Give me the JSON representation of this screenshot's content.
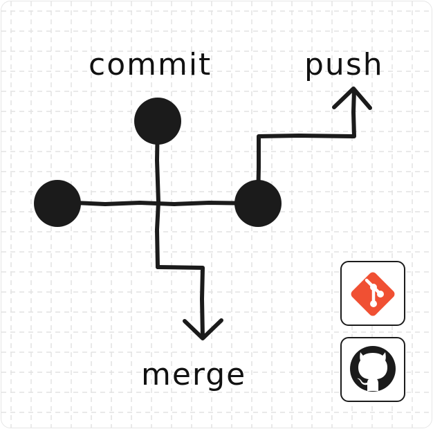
{
  "labels": {
    "commit": "commit",
    "push": "push",
    "merge": "merge"
  },
  "icons": {
    "git": "git-logo-icon",
    "github": "github-logo-icon"
  },
  "colors": {
    "ink": "#1b1b1b",
    "git_brand": "#f05033",
    "grid_line": "#e2e2e2"
  }
}
